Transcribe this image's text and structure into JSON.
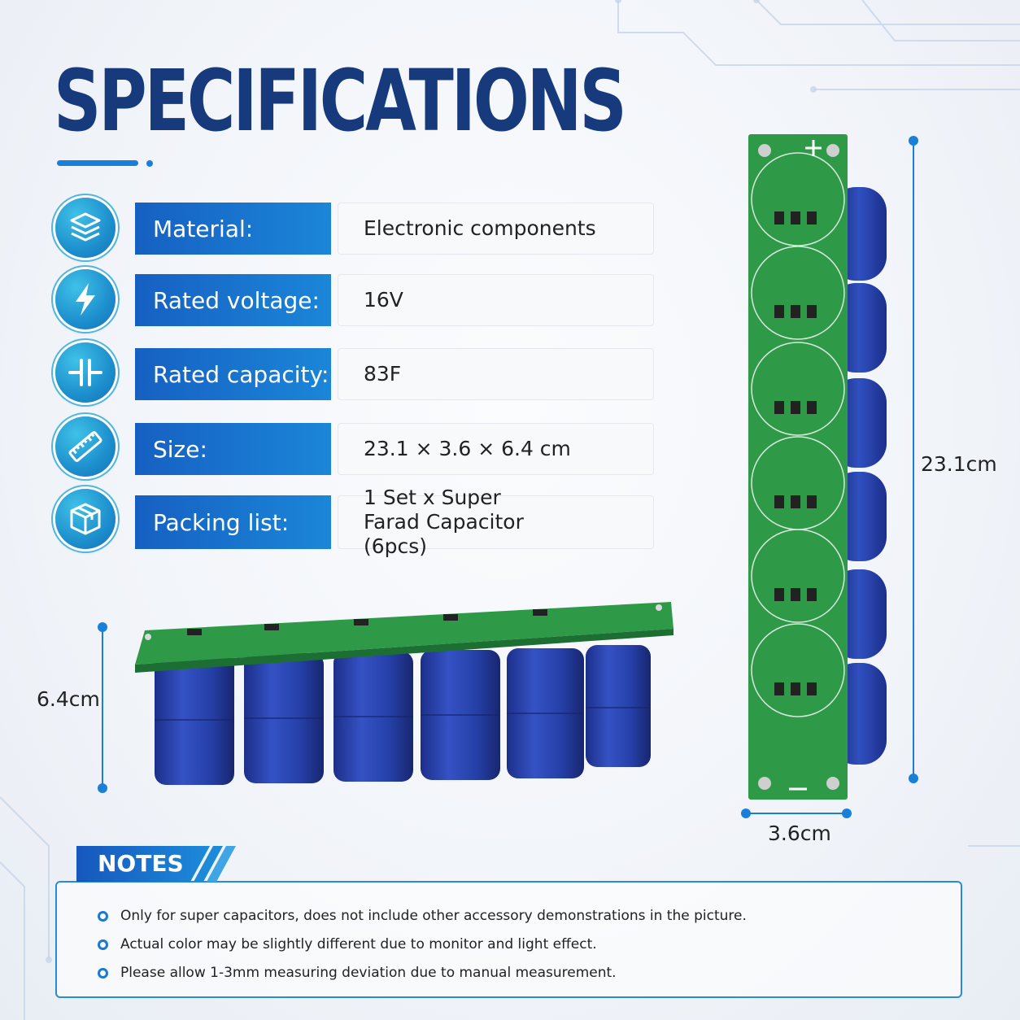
{
  "title": "SPECIFICATIONS",
  "specs": [
    {
      "label": "Material:",
      "value": "Electronic components",
      "icon": "layers-icon"
    },
    {
      "label": "Rated voltage:",
      "value": "16V",
      "icon": "lightning-icon"
    },
    {
      "label": "Rated capacity:",
      "value": "83F",
      "icon": "capacitor-icon"
    },
    {
      "label": "Size:",
      "value": "23.1 × 3.6 × 6.4 cm",
      "icon": "ruler-icon"
    },
    {
      "label": "Packing list:",
      "value": "1 Set x Super Farad Capacitor (6pcs)",
      "icon": "box-icon"
    }
  ],
  "dimensions": {
    "height_label": "6.4cm",
    "length_label": "23.1cm",
    "width_label": "3.6cm"
  },
  "notes": {
    "title": "NOTES",
    "items": [
      "Only for super capacitors, does not include other accessory demonstrations in the picture.",
      "Actual color may be slightly different due to monitor and light effect.",
      "Please allow 1-3mm measuring deviation due to manual measurement."
    ]
  },
  "colors": {
    "title": "#173a7c",
    "accent": "#1a7fd9",
    "pcb_green": "#2e9a48",
    "capacitor_blue": "#2540a8"
  }
}
